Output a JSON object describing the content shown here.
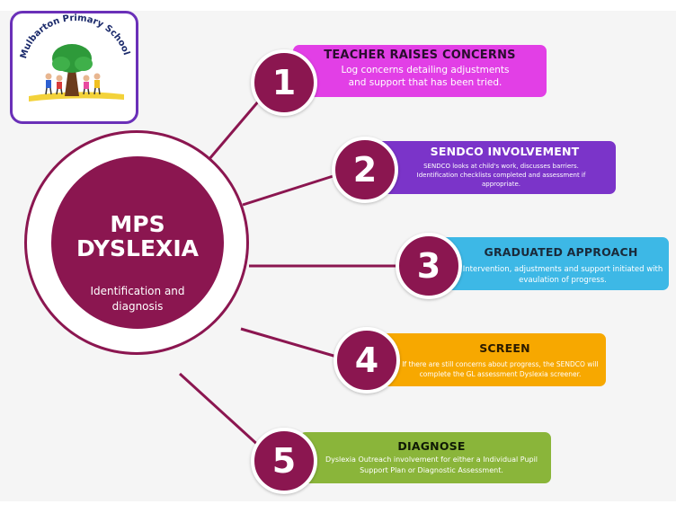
{
  "colors": {
    "hub": "#8b1650",
    "logo_border": "#6a30b8",
    "step1": "#e23fe6",
    "step2": "#7b34c9",
    "step3": "#3db8e6",
    "step4": "#f7a800",
    "step5": "#8ab53a"
  },
  "logo": {
    "text": "Mulbarton Primary School"
  },
  "hub": {
    "title_line1": "MPS",
    "title_line2": "DYSLEXIA",
    "subtitle": "Identification and diagnosis"
  },
  "steps": [
    {
      "number": "1",
      "title": "TEACHER RAISES CONCERNS",
      "description": "Log concerns detailing adjustments and support that has been tried."
    },
    {
      "number": "2",
      "title": "SENDCO INVOLVEMENT",
      "description": "SENDCO looks at child's work, discusses barriers. Identification checklists completed and assessment if appropriate."
    },
    {
      "number": "3",
      "title": "GRADUATED APPROACH",
      "description": "Intervention, adjustments and support initiated with evaulation of progress."
    },
    {
      "number": "4",
      "title": "SCREEN",
      "description": "If there are still concerns about progress, the SENDCO will complete the GL assessment Dyslexia screener."
    },
    {
      "number": "5",
      "title": "DIAGNOSE",
      "description": "Dyslexia Outreach involvement for either a Individual Pupil Support Plan or Diagnostic Assessment."
    }
  ]
}
